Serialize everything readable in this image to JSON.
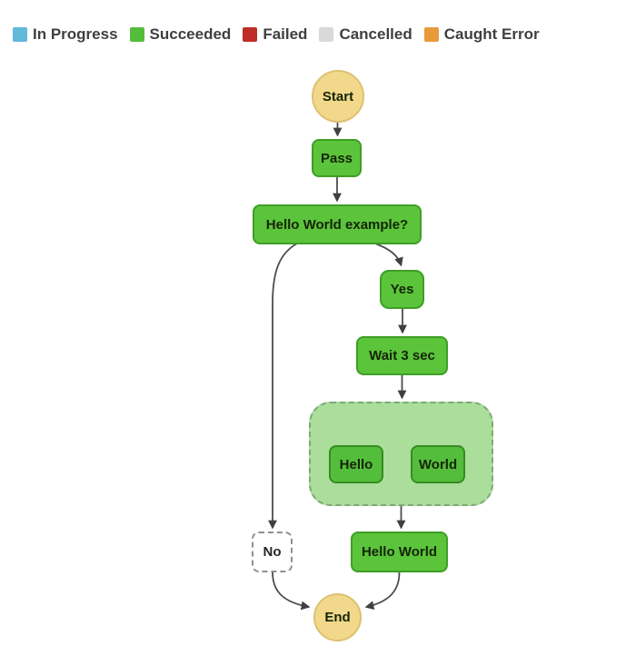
{
  "legend": {
    "items": [
      {
        "label": "In Progress",
        "color": "#62b9d9"
      },
      {
        "label": "Succeeded",
        "color": "#55bd3c"
      },
      {
        "label": "Failed",
        "color": "#bf2e26"
      },
      {
        "label": "Cancelled",
        "color": "#d9d9d9"
      },
      {
        "label": "Caught Error",
        "color": "#e89a3b"
      }
    ]
  },
  "diagram": {
    "type": "state-machine-flowchart",
    "nodes": {
      "start": {
        "label": "Start",
        "status": "terminal"
      },
      "pass": {
        "label": "Pass",
        "status": "succeeded"
      },
      "choice": {
        "label": "Hello World example?",
        "status": "succeeded"
      },
      "yes": {
        "label": "Yes",
        "status": "succeeded"
      },
      "wait": {
        "label": "Wait 3 sec",
        "status": "succeeded"
      },
      "parallel": {
        "label": "",
        "status": "succeeded-group"
      },
      "hello": {
        "label": "Hello",
        "status": "succeeded"
      },
      "world": {
        "label": "World",
        "status": "succeeded"
      },
      "hello_world": {
        "label": "Hello World",
        "status": "succeeded"
      },
      "no": {
        "label": "No",
        "status": "not-executed"
      },
      "end": {
        "label": "End",
        "status": "terminal"
      }
    },
    "edges": [
      "start->pass",
      "pass->choice",
      "choice->no",
      "choice->yes",
      "yes->wait",
      "wait->parallel",
      "parallel->hello",
      "parallel->world",
      "parallel->hello_world",
      "no->end",
      "hello_world->end"
    ],
    "colors": {
      "succeeded_fill": "#5bc43b",
      "succeeded_border": "#3f9e26",
      "terminal_fill": "#f2d88a",
      "terminal_border": "#ddc172",
      "group_fill": "#abdd9b",
      "group_border": "#7fa87a",
      "skipped_border": "#8f8f8f",
      "edge": "#4d4d4d"
    }
  }
}
